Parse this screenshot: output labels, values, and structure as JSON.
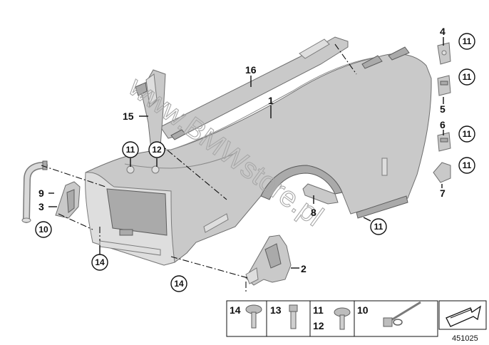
{
  "diagram": {
    "watermark": "www.BMWstore.pl",
    "diagram_id": "451025",
    "part_labels": [
      "1",
      "2",
      "3",
      "4",
      "5",
      "6",
      "7",
      "8",
      "9",
      "10",
      "11",
      "12",
      "13",
      "14",
      "15",
      "16"
    ],
    "circled_labels": [
      "11",
      "11",
      "11",
      "11",
      "11",
      "11",
      "12",
      "10",
      "14",
      "14"
    ],
    "legend": {
      "items": [
        "14",
        "13",
        "11",
        "12",
        "10"
      ]
    }
  }
}
